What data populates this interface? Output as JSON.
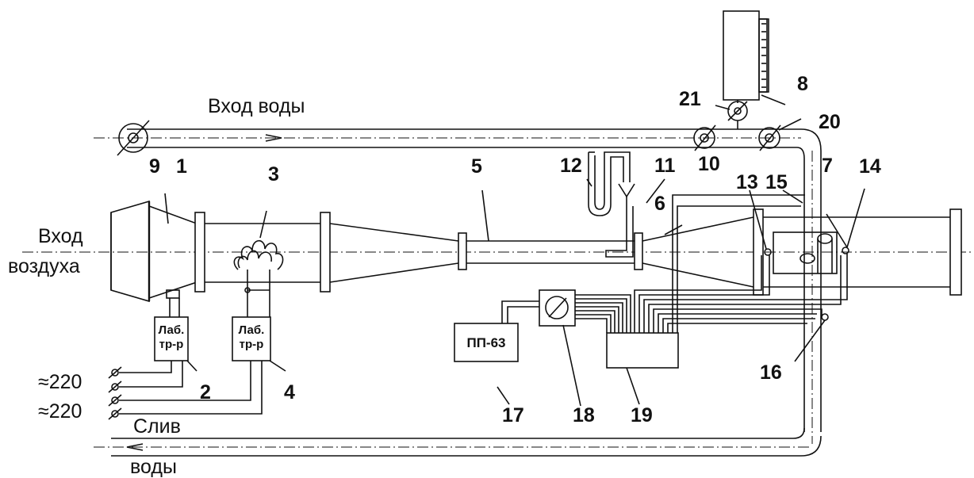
{
  "labels": {
    "water_in": "Вход воды",
    "air_in_1": "Вход",
    "air_in_2": "воздуха",
    "drain_1": "Слив",
    "drain_2": "воды",
    "voltage_a": "≈220",
    "voltage_b": "≈220",
    "transformer_a_1": "Лаб.",
    "transformer_a_2": "тр-р",
    "transformer_b_1": "Лаб.",
    "transformer_b_2": "тр-р",
    "pp63": "ПП-63"
  },
  "numbers": {
    "n1": "1",
    "n2": "2",
    "n3": "3",
    "n4": "4",
    "n5": "5",
    "n6": "6",
    "n7": "7",
    "n8": "8",
    "n9": "9",
    "n10": "10",
    "n11": "11",
    "n12": "12",
    "n13": "13",
    "n14": "14",
    "n15": "15",
    "n16": "16",
    "n17": "17",
    "n18": "18",
    "n19": "19",
    "n20": "20",
    "n21": "21"
  }
}
